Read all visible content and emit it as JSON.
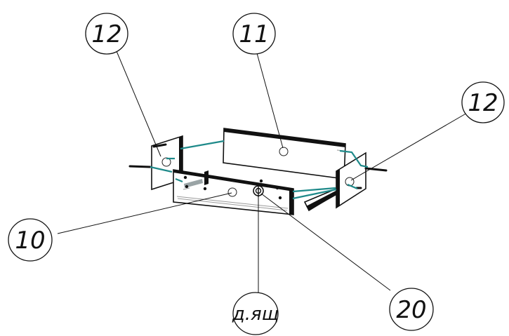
{
  "labels": {
    "part_12_left": "12",
    "part_11": "11",
    "part_12_right": "12",
    "part_10": "10",
    "part_20": "20",
    "bottom_text": "д.ящ"
  },
  "colors": {
    "line": "#111111",
    "connector": "#1f8a8a",
    "background": "#ffffff"
  }
}
